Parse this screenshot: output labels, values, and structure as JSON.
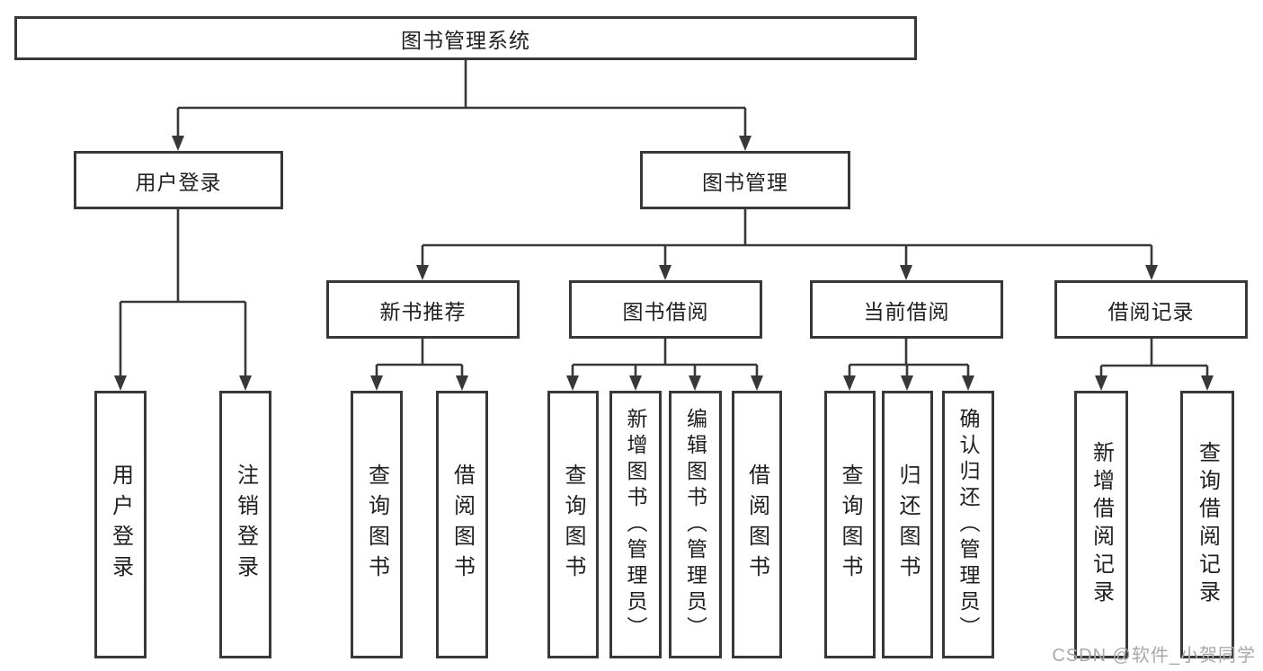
{
  "tree": {
    "label": "图书管理系统",
    "children": [
      {
        "label": "用户登录",
        "children": [
          {
            "label": "用户登录"
          },
          {
            "label": "注销登录"
          }
        ]
      },
      {
        "label": "图书管理",
        "children": [
          {
            "label": "新书推荐",
            "children": [
              {
                "label": "查询图书"
              },
              {
                "label": "借阅图书"
              }
            ]
          },
          {
            "label": "图书借阅",
            "children": [
              {
                "label": "查询图书"
              },
              {
                "label": "新增图书（管理员）"
              },
              {
                "label": "编辑图书（管理员）"
              },
              {
                "label": "借阅图书"
              }
            ]
          },
          {
            "label": "当前借阅",
            "children": [
              {
                "label": "查询图书"
              },
              {
                "label": "归还图书"
              },
              {
                "label": "确认归还（管理员）"
              }
            ]
          },
          {
            "label": "借阅记录",
            "children": [
              {
                "label": "新增借阅记录"
              },
              {
                "label": "查询借阅记录"
              }
            ]
          }
        ]
      }
    ]
  },
  "watermark": {
    "text": "CSDN @软件_小贺同学"
  },
  "colors": {
    "line": "#383838",
    "text": "#1f1f1f",
    "watermark": "#a8a8a8",
    "background": "#ffffff"
  }
}
